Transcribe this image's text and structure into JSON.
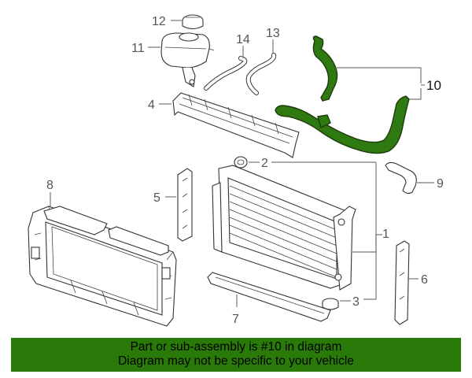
{
  "callouts": {
    "c1": "1",
    "c2": "2",
    "c3": "3",
    "c4": "4",
    "c5": "5",
    "c6": "6",
    "c7": "7",
    "c8": "8",
    "c9": "9",
    "c10": "10",
    "c11": "11",
    "c12": "12",
    "c13": "13",
    "c14": "14"
  },
  "banner": {
    "line1": "Part or sub-assembly is #10 in diagram",
    "line2": "Diagram may not be specific to your vehicle"
  },
  "colors": {
    "highlight_part": "#2f7a10",
    "banner_bg": "#2a7a0a"
  }
}
